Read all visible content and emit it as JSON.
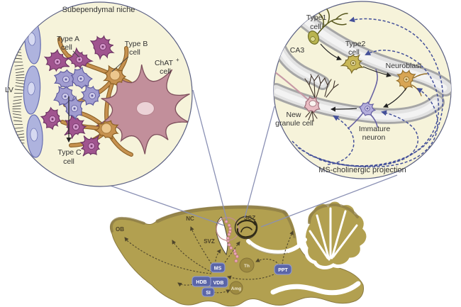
{
  "figure": {
    "left_inset": {
      "title": "Subependymal niche",
      "labels": {
        "lv": "LV",
        "type_a": [
          "Type A",
          "cell"
        ],
        "type_b": [
          "Type B",
          "cell"
        ],
        "type_c": [
          "Type C",
          "cell"
        ],
        "chat": [
          "ChAT",
          "+",
          "cell"
        ]
      }
    },
    "right_inset": {
      "labels": {
        "type1": [
          "Type1",
          "cell"
        ],
        "type2": [
          "Type2",
          "cell"
        ],
        "ca3": "CA3",
        "neuroblast": "Neuroblast",
        "new_granule": [
          "New",
          "granule cell"
        ],
        "immature": [
          "Immature",
          "neuron"
        ],
        "projection": "MS-cholinergic projection"
      }
    },
    "brain": {
      "regions": {
        "ob": "OB",
        "nc": "NC",
        "svz": "SVZ",
        "sgz": "SGZ",
        "ms": "MS",
        "vdb": "VDB",
        "hdb": "HDB",
        "si": "SI",
        "th": "Th",
        "amg": "Amg",
        "ppt": "PPT"
      }
    },
    "colors": {
      "inset_bg": "#f6f3da",
      "inset_stroke": "#5a5f82",
      "callout_line": "#8a90b4",
      "brain": "#b2a050",
      "brain_shade": "#8c7c46",
      "label_dark": "#4d4227",
      "nucleus_blob": "#5a65a8",
      "nucleus_blob_rim": "#8f99cc",
      "nucleus_tan": "#9d8a41",
      "cholinergic": "#44509a",
      "arrow_dark": "#4e452b",
      "type_a": "#a0548f",
      "type_a_dark": "#6d3363",
      "type_a_light": "#d193c8",
      "type_b": "#c6914f",
      "type_b_dark": "#8a5f24",
      "type_b_light": "#ecc78e",
      "type_c": "#a09cd0",
      "type_c_dark": "#5f5b9e",
      "type_c_light": "#cdcae8",
      "chat": "#c28f9b",
      "chat_dark": "#7e4f5c",
      "chat_light": "#ecd2d7",
      "ependymal": "#aeb3de",
      "ependymal_dark": "#666db0",
      "ependymal_light": "#d6d9f1",
      "type1": "#b9b44f",
      "type1_dark": "#6d6d24",
      "type2": "#c8b757",
      "type2_dark": "#7a6a28",
      "neuroblast": "#d8a554",
      "neuroblast_dark": "#95702c",
      "immature": "#b3addb",
      "immature_dark": "#655fa2",
      "granule": "#e9bcc3",
      "granule_dark": "#9c6c77",
      "band_light": "#e2e2e2",
      "band_dark": "#a6a6a6",
      "svz_pink": "#eba8b4",
      "svz_pink_dark": "#b4707e"
    }
  }
}
